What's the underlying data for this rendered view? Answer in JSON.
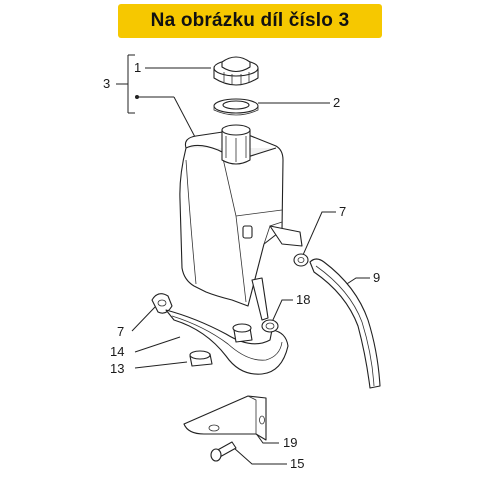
{
  "banner": {
    "title": "Na obrázku díl číslo 3"
  },
  "callouts": {
    "c1": "1",
    "c2": "2",
    "c3": "3",
    "c7a": "7",
    "c7b": "7",
    "c9": "9",
    "c13": "13",
    "c14": "14",
    "c15": "15",
    "c18": "18",
    "c19": "19"
  },
  "colors": {
    "banner": "#f6c800",
    "line": "#222222"
  }
}
